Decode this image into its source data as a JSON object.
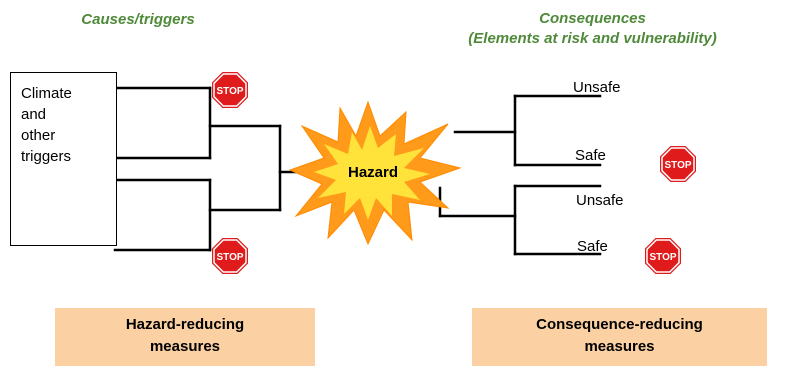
{
  "headings": {
    "causes": "Causes/triggers",
    "consequences_line1": "Consequences",
    "consequences_line2": "(Elements at risk and vulnerability)"
  },
  "trigger_box": {
    "lines": [
      "Climate",
      "and",
      "other",
      "triggers"
    ]
  },
  "hazard": {
    "label": "Hazard"
  },
  "outcomes": [
    "Unsafe",
    "Safe",
    "Unsafe",
    "Safe"
  ],
  "stop_signs": [
    {
      "text": "STOP"
    },
    {
      "text": "STOP"
    },
    {
      "text": "STOP"
    },
    {
      "text": "STOP"
    }
  ],
  "measures": {
    "hazard_line1": "Hazard-reducing",
    "hazard_line2": "measures",
    "consequence_line1": "Consequence-reducing",
    "consequence_line2": "measures"
  },
  "colors": {
    "heading_green": "#4f8a3a",
    "measure_fill": "#fbd0a3",
    "stop_red": "#e01b1b",
    "hazard_outer": "#ff9a1a",
    "hazard_inner": "#ffe23a"
  }
}
